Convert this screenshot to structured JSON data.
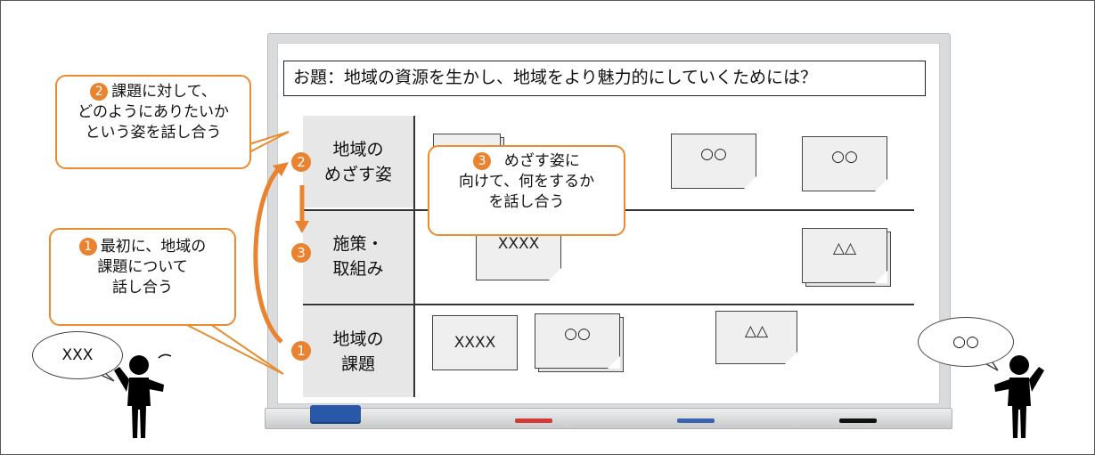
{
  "board": {
    "prompt": "お題：地域の資源を生かし、地域をより魅力的にしていくためには？",
    "rows": [
      {
        "label_line1": "地域の",
        "label_line2": "めざす姿"
      },
      {
        "label_line1": "施策・",
        "label_line2": "取組み"
      },
      {
        "label_line1": "地域の",
        "label_line2": "課題"
      }
    ],
    "notes": {
      "vision_1": "○○",
      "vision_2": "○○",
      "measures_1": "XXXX",
      "measures_2": "△△",
      "issues_1": "XXXX",
      "issues_2": "○○",
      "issues_3": "△△"
    },
    "step_badges": [
      "2",
      "3",
      "1"
    ]
  },
  "callouts": {
    "step2": {
      "num": "2",
      "line1": "課題に対して、",
      "line2": "どのようにありたいか",
      "line3": "という姿を話し合う"
    },
    "step3": {
      "num": "3",
      "line1": "めざす姿に",
      "line2": "向けて、何をするか",
      "line3": "を話し合う"
    },
    "step1": {
      "num": "1",
      "line1": "最初に、地域の",
      "line2": "課題について",
      "line3": "話し合う"
    }
  },
  "speech": {
    "left": "XXX",
    "right": "○○"
  },
  "colors": {
    "accent_orange": "#e98330",
    "eraser_blue": "#2a58a8",
    "marker_red": "#d23a3a",
    "marker_blue": "#3a63b0",
    "marker_black": "#111111"
  }
}
